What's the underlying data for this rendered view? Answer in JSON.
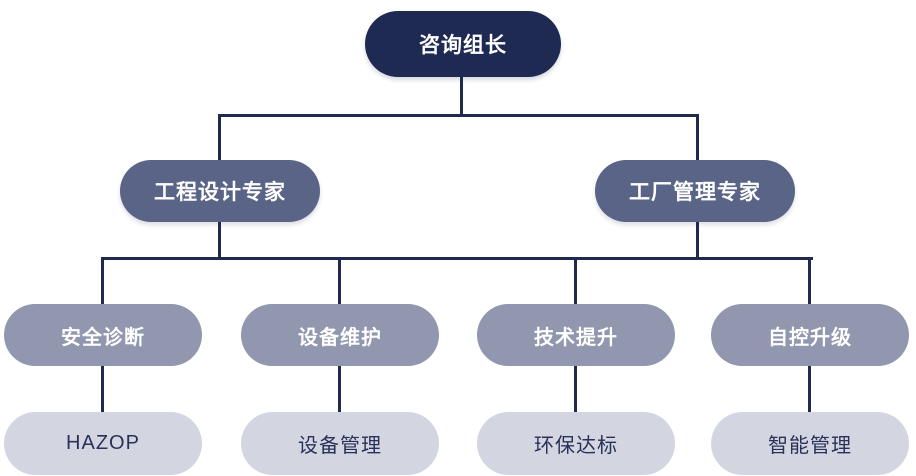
{
  "diagram": {
    "type": "org-chart",
    "root": {
      "label": "咨询组长"
    },
    "level2": [
      {
        "label": "工程设计专家"
      },
      {
        "label": "工厂管理专家"
      }
    ],
    "level3": [
      {
        "label": "安全诊断"
      },
      {
        "label": "设备维护"
      },
      {
        "label": "技术提升"
      },
      {
        "label": "自控升级"
      }
    ],
    "level4": [
      {
        "label": "HAZOP"
      },
      {
        "label": "设备管理"
      },
      {
        "label": "环保达标"
      },
      {
        "label": "智能管理"
      }
    ],
    "colors": {
      "root_bg": "#1f2a52",
      "level2_bg": "#5a6486",
      "level3_bg": "#9097ae",
      "level4_bg": "#d3d6e1",
      "light_text": "#ffffff",
      "dark_text": "#2a3158",
      "connector": "#1f2a4e",
      "background": "#ffffff"
    }
  }
}
